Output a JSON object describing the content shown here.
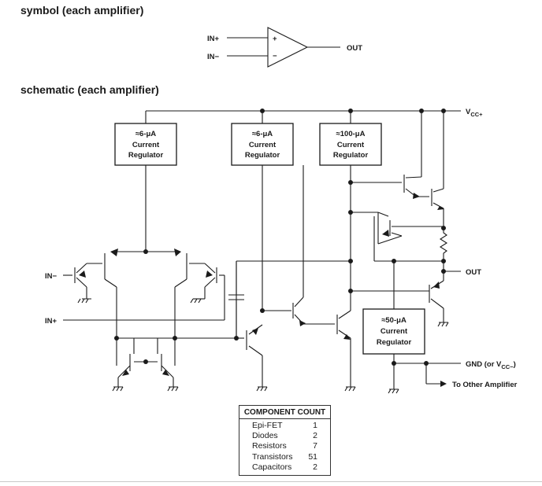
{
  "headings": {
    "symbol": "symbol (each amplifier)",
    "schematic": "schematic (each amplifier)"
  },
  "symbol": {
    "in_plus": "IN+",
    "in_minus": "IN−",
    "plus_sign": "+",
    "minus_sign": "−",
    "out": "OUT"
  },
  "schematic": {
    "vcc_main": "V",
    "vcc_sub": "CC+",
    "in_minus": "IN−",
    "in_plus": "IN+",
    "out": "OUT",
    "gnd_prefix": "GND (or V",
    "gnd_sub": "CC−",
    "gnd_suffix": ")",
    "other_amp": "To Other Amplifier",
    "regulators": [
      {
        "line1": "≈6-μA",
        "line2": "Current",
        "line3": "Regulator"
      },
      {
        "line1": "≈6-μA",
        "line2": "Current",
        "line3": "Regulator"
      },
      {
        "line1": "≈100-μA",
        "line2": "Current",
        "line3": "Regulator"
      },
      {
        "line1": "≈50-μA",
        "line2": "Current",
        "line3": "Regulator"
      }
    ]
  },
  "component_count": {
    "title": "COMPONENT COUNT",
    "rows": [
      {
        "name": "Epi-FET",
        "count": "1"
      },
      {
        "name": "Diodes",
        "count": "2"
      },
      {
        "name": "Resistors",
        "count": "7"
      },
      {
        "name": "Transistors",
        "count": "51"
      },
      {
        "name": "Capacitors",
        "count": "2"
      }
    ]
  }
}
